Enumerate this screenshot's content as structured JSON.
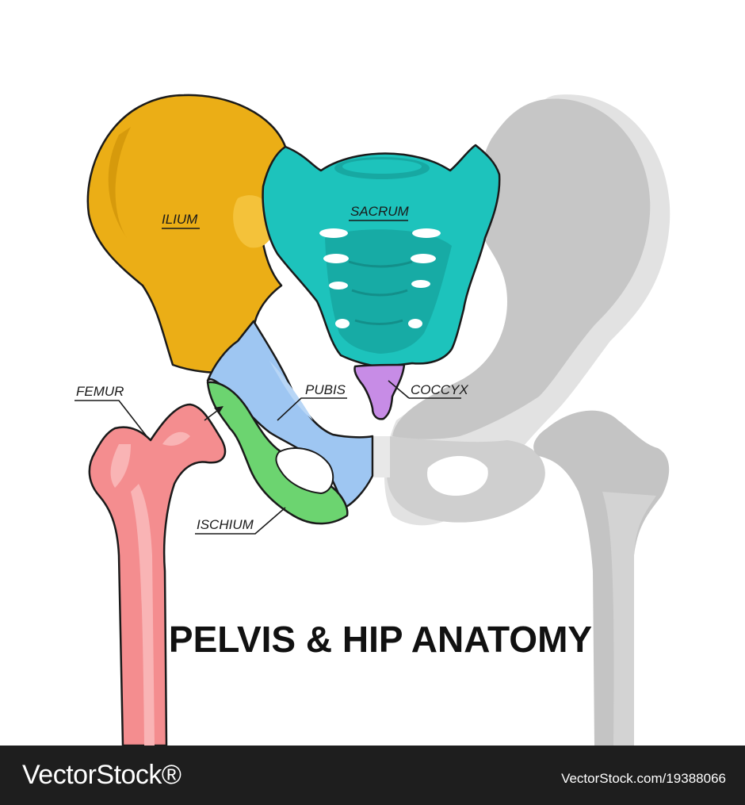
{
  "diagram": {
    "title": "PELVIS & HIP ANATOMY",
    "labels": {
      "ilium": "ILIUM",
      "sacrum": "SACRUM",
      "femur": "FEMUR",
      "pubis": "PUBIS",
      "coccyx": "COCCYX",
      "ischium": "ISCHIUM"
    },
    "colors": {
      "ilium": "#EBAE16",
      "sacrum": "#1DC3BC",
      "pubis": "#9EC6F2",
      "ischium": "#6CD470",
      "coccyx": "#C78CE6",
      "femur": "#F48D8F",
      "gray_bone": "#C9C9C9"
    }
  },
  "footer": {
    "logo": "VectorStock®",
    "url": "VectorStock.com/19388066"
  }
}
